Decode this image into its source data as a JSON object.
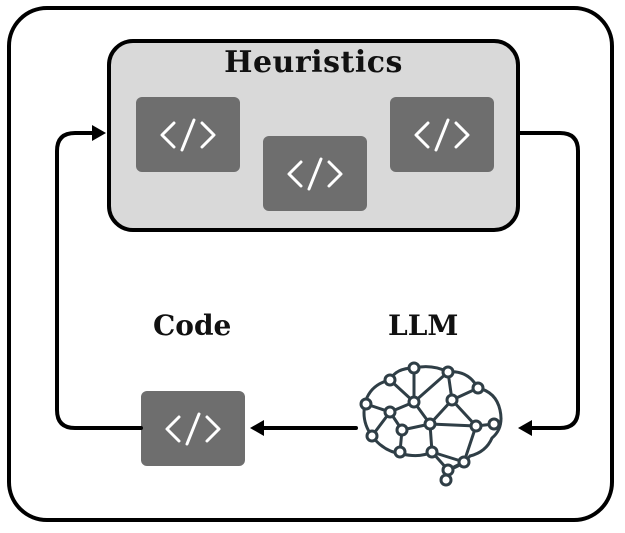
{
  "heuristics": {
    "title": "Heuristics"
  },
  "labels": {
    "code": "Code",
    "llm": "LLM"
  },
  "icons": {
    "code": "code-brackets-icon",
    "brain": "neural-brain-icon",
    "arrow": "arrow-head-icon"
  },
  "colors": {
    "chip": "#6e6e6e",
    "panel": "#d9d9d9",
    "stroke": "#000000",
    "brain": "#2f3e46"
  }
}
